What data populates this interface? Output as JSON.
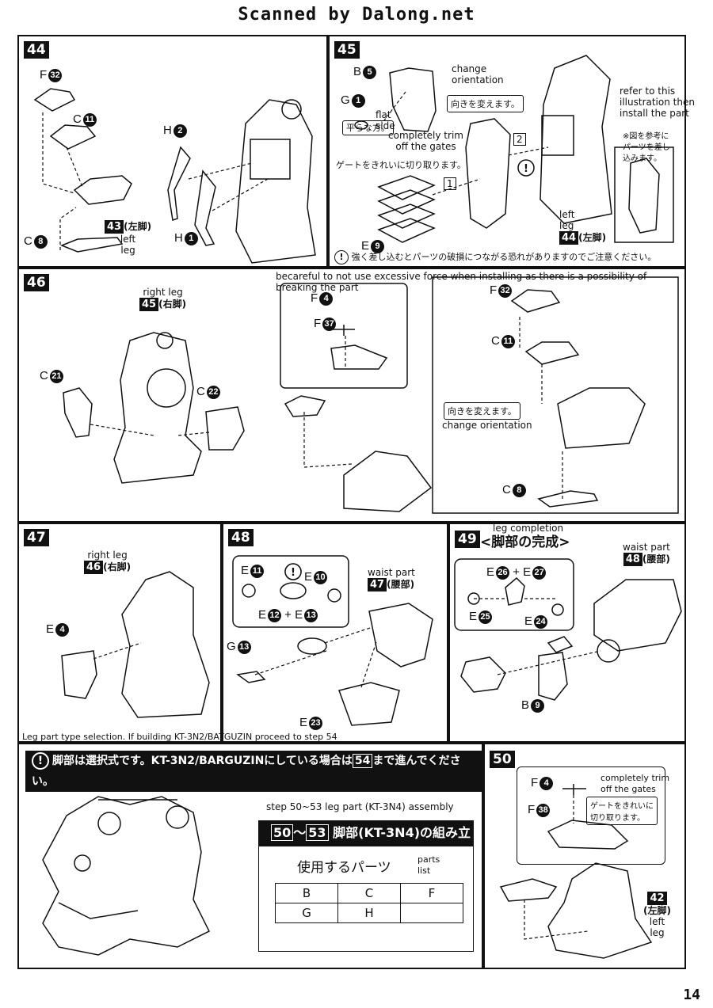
{
  "header": "Scanned by Dalong.net",
  "page_number": "14",
  "step44": {
    "num": "44",
    "parts": [
      {
        "letter": "F",
        "n": "32"
      },
      {
        "letter": "C",
        "n": "11"
      },
      {
        "letter": "C",
        "n": "8"
      },
      {
        "letter": "H",
        "n": "2"
      },
      {
        "letter": "H",
        "n": "1"
      }
    ],
    "ref": "43",
    "ref_jp": "(左脚)",
    "ref_en": "left\nleg"
  },
  "step45": {
    "num": "45",
    "parts": [
      {
        "letter": "B",
        "n": "5"
      },
      {
        "letter": "G",
        "n": "1"
      },
      {
        "letter": "E",
        "n": "9"
      }
    ],
    "flat_jp": "平らな方。",
    "flat_en": "flat\nside",
    "trim_en": "completely trim\noff the gates",
    "trim_jp": "ゲートをきれいに切り取ります。",
    "orient_en": "change\norientation",
    "orient_jp": "向きを変えます。",
    "refer_en": "refer to this\nillustration then\ninstall the part",
    "refer_jp": "※図を参考に\nパーツを差し\n込みます。",
    "order1": "1",
    "order2": "2",
    "ref": "44",
    "ref_jp": "(左脚)",
    "ref_en": "left\nleg",
    "warning_jp": "強く差し込むとパーツの破損につながる恐れがありますのでご注意ください。"
  },
  "step46": {
    "num": "46",
    "note_en": "becareful to not use excessive force when installing as there is a possibility of breaking the part",
    "ref": "45",
    "ref_jp": "(右脚)",
    "ref_en": "right leg",
    "parts": [
      {
        "letter": "C",
        "n": "21"
      },
      {
        "letter": "C",
        "n": "22"
      },
      {
        "letter": "F",
        "n": "4"
      },
      {
        "letter": "F",
        "n": "37"
      },
      {
        "letter": "F",
        "n": "32"
      },
      {
        "letter": "C",
        "n": "11"
      },
      {
        "letter": "C",
        "n": "8"
      }
    ],
    "orient_jp": "向きを変えます。",
    "orient_en": "change orientation"
  },
  "step47": {
    "num": "47",
    "ref": "46",
    "ref_jp": "(右脚)",
    "ref_en": "right leg",
    "parts": [
      {
        "letter": "E",
        "n": "4"
      }
    ],
    "note_en": "Leg part type selection.  If building KT-3N2/BATGUZIN proceed to step 54"
  },
  "step48": {
    "num": "48",
    "ref": "47",
    "ref_jp": "(腰部)",
    "ref_en": "waist part",
    "parts": [
      {
        "letter": "E",
        "n": "11"
      },
      {
        "letter": "E",
        "n": "10"
      },
      {
        "letter": "E",
        "n": "12"
      },
      {
        "letter": "E",
        "n": "13"
      },
      {
        "letter": "G",
        "n": "13"
      },
      {
        "letter": "E",
        "n": "23"
      }
    ]
  },
  "step49": {
    "num": "49",
    "title_jp": "<脚部の完成>",
    "title_en": "leg completion",
    "ref": "48",
    "ref_jp": "(腰部)",
    "ref_en": "waist part",
    "parts": [
      {
        "letter": "E",
        "n": "26"
      },
      {
        "letter": "E",
        "n": "27"
      },
      {
        "letter": "E",
        "n": "25"
      },
      {
        "letter": "E",
        "n": "24"
      },
      {
        "letter": "B",
        "n": "9"
      }
    ]
  },
  "selection": {
    "warning_jp": "脚部は選択式です。KT-3N2/BARGUZINにしている場合は",
    "warning_ref": "54",
    "warning_jp_end": "まで進んでください。",
    "assembly_en": "step 50~53 leg part (KT-3N4) assembly",
    "assembly_from": "50",
    "assembly_sep": "～",
    "assembly_to": "53",
    "assembly_jp": "脚部(KT-3N4)の組み立て",
    "parts_list_jp": "使用するパーツ",
    "parts_list_en": "parts\nlist",
    "parts_table": [
      [
        "B",
        "C",
        "F"
      ],
      [
        "G",
        "H",
        ""
      ]
    ]
  },
  "step50": {
    "num": "50",
    "parts": [
      {
        "letter": "F",
        "n": "4"
      },
      {
        "letter": "F",
        "n": "38"
      }
    ],
    "trim_en": "completely trim\noff the gates",
    "trim_jp": "ゲートをきれいに\n切り取ります。",
    "ref": "42",
    "ref_jp": "(左脚)",
    "ref_en": "left\nleg"
  }
}
